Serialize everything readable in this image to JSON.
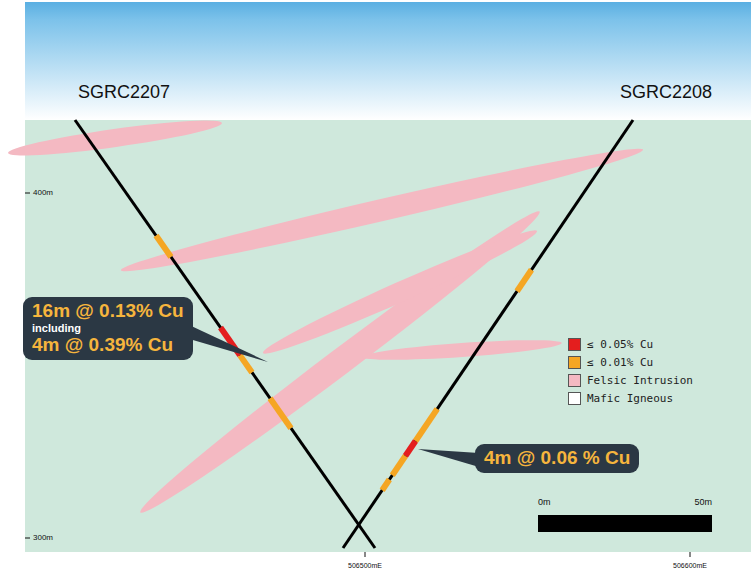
{
  "diagram": {
    "nodes": [
      {
        "text": [
          "16m @ 0.13% Cu",
          "including",
          "4m @ 0.39% Cu"
        ]
      },
      {
        "text": [
          "4m @ 0.06 % Cu"
        ]
      }
    ],
    "labels": [
      "SGRC2207",
      "SGRC2208",
      "400m",
      "300m",
      "506500mE",
      "506600mE",
      "0m",
      "50m"
    ],
    "legend": [
      {
        "text": "≤ 0.05% Cu",
        "color": "#e41e1e"
      },
      {
        "text": "≤ 0.01% Cu",
        "color": "#f5a623"
      },
      {
        "text": "Felsic Intrusion",
        "color": "#f4b9c2"
      },
      {
        "text": "Mafic Igneous",
        "color": "#ffffff"
      }
    ]
  }
}
